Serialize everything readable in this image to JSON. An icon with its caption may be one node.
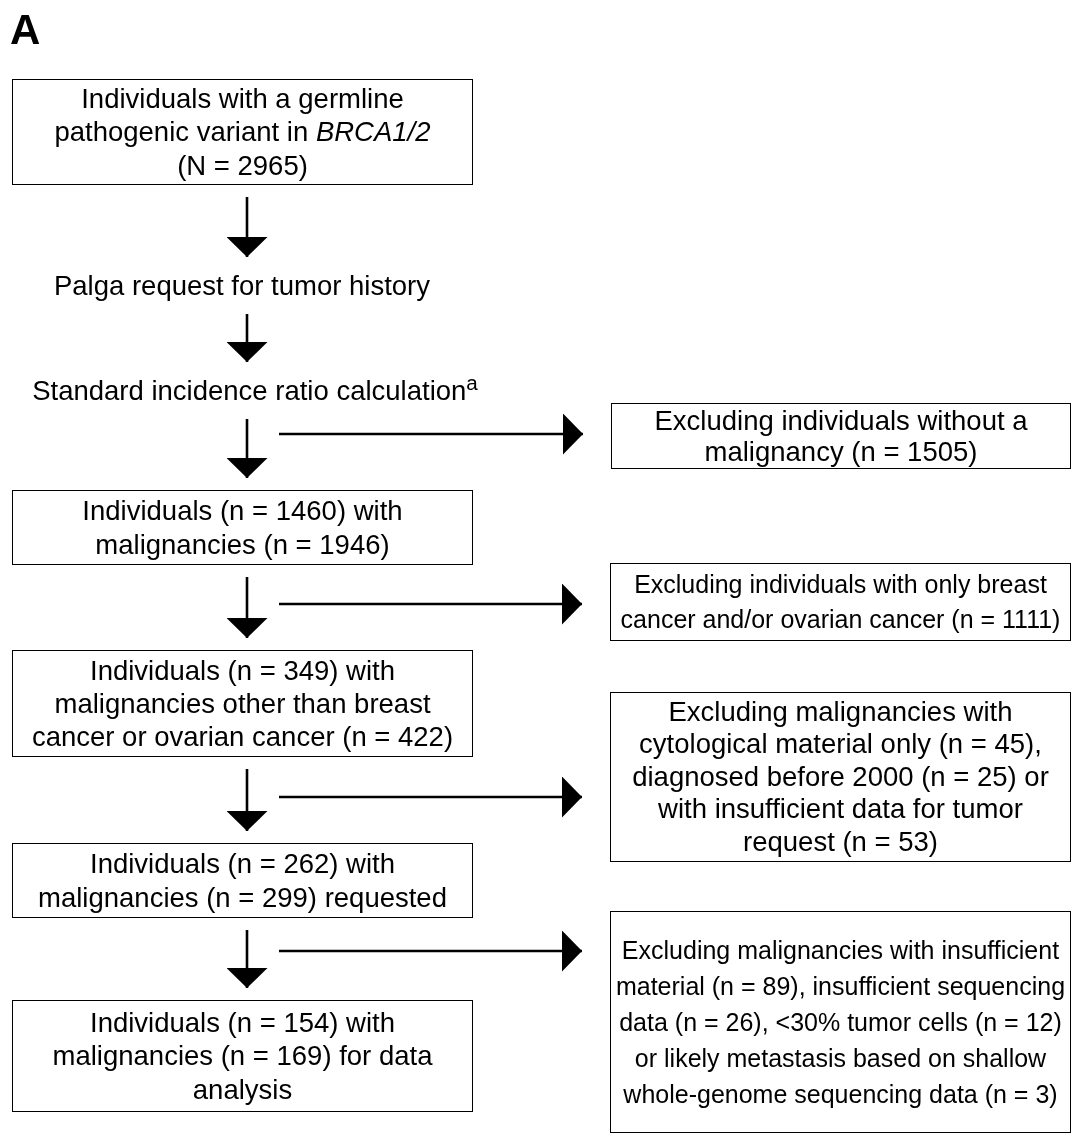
{
  "diagram": {
    "nodes": [
      {
        "text": [
          "Individuals with a germline pathogenic variant in *BRCA1/2* (N = 2965)"
        ]
      },
      {
        "text": [
          "Palga request for tumor history"
        ]
      },
      {
        "text": [
          "Standard incidence ratio calculation$^{a}$"
        ]
      },
      {
        "text": [
          "Excluding individuals without a malignancy (n = 1505)"
        ]
      },
      {
        "text": [
          "Individuals (n = 1460) with malignancies (n = 1946)"
        ]
      },
      {
        "text": [
          "Excluding individuals with only breast cancer and/or ovarian cancer (n = 1111)"
        ]
      },
      {
        "text": [
          "Individuals (n = 349) with malignancies other than breast cancer or ovarian cancer (n = 422)"
        ]
      },
      {
        "text": [
          "Excluding malignancies with cytological material only (n = 45), diagnosed before 2000 (n = 25) or with insufficient data for tumor request (n = 53)"
        ]
      },
      {
        "text": [
          "Individuals (n = 262) with malignancies (n = 299) requested"
        ]
      },
      {
        "text": [
          "Excluding malignancies with insufficient material (n = 89), insufficient sequencing data (n = 26), <30% tumor cells (n = 12) or likely metastasis based on shallow whole-genome sequencing data (n = 3)"
        ]
      },
      {
        "text": [
          "Individuals (n = 154) with malignancies (n = 169) for data analysis"
        ]
      }
    ],
    "edges": [
      {
        "from": 0,
        "to": 1,
        "arrow": "to"
      },
      {
        "from": 1,
        "to": 2,
        "arrow": "to"
      },
      {
        "from": 2,
        "to": 4,
        "arrow": "to"
      },
      {
        "from": null,
        "to": 3,
        "arrow": "to"
      },
      {
        "from": 4,
        "to": 6,
        "arrow": "to"
      },
      {
        "from": null,
        "to": 5,
        "arrow": "to"
      },
      {
        "from": 6,
        "to": 8,
        "arrow": "to"
      },
      {
        "from": null,
        "to": 7,
        "arrow": "to"
      },
      {
        "from": 8,
        "to": 10,
        "arrow": "to"
      },
      {
        "from": null,
        "to": 9,
        "arrow": "to"
      }
    ],
    "labels": [
      "A"
    ]
  }
}
